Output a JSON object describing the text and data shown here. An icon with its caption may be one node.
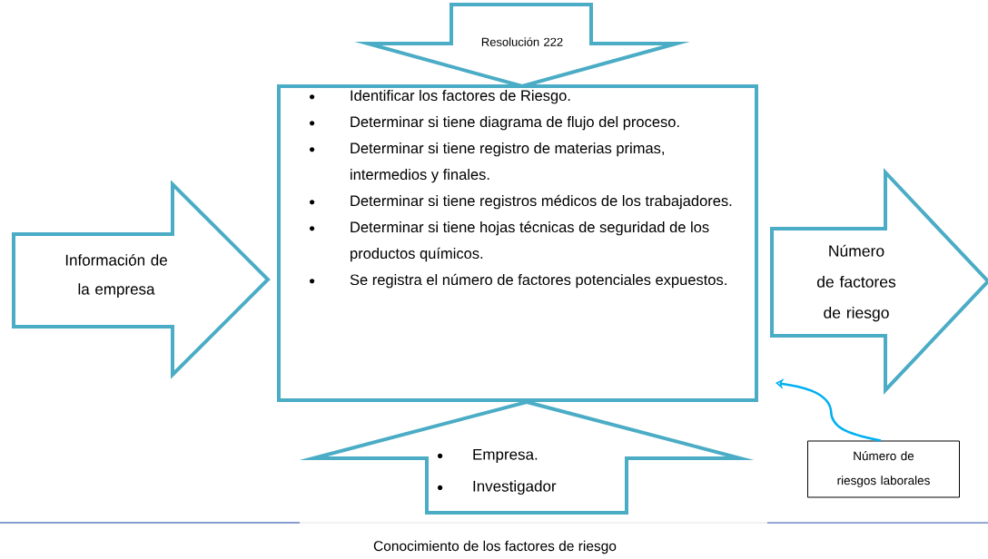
{
  "diagram": {
    "caption": "Conocimiento de los factores de riesgo",
    "nodes": [
      {
        "text": [
          "Resolución 222"
        ]
      },
      {
        "text": [
          "Identificar los factores de Riesgo.",
          "Determinar si tiene  diagrama de flujo del proceso.",
          "Determinar si tiene registro de materias primas, intermedios y finales.",
          "Determinar si tiene registros médicos de los trabajadores.",
          "Determinar si tiene hojas  técnicas de seguridad de los productos químicos.",
          "Se registra el número de factores potenciales expuestos."
        ]
      },
      {
        "text": [
          "Información de la empresa"
        ]
      },
      {
        "text": [
          "Número de factores de riesgo"
        ]
      },
      {
        "text": [
          "Empresa.",
          "Investigador"
        ]
      },
      {
        "text": [
          "Número de riesgos laborales"
        ]
      }
    ],
    "edges": [
      {
        "from": 5,
        "to": 1,
        "arrow": "to",
        "color": "#00b0f0"
      }
    ]
  }
}
